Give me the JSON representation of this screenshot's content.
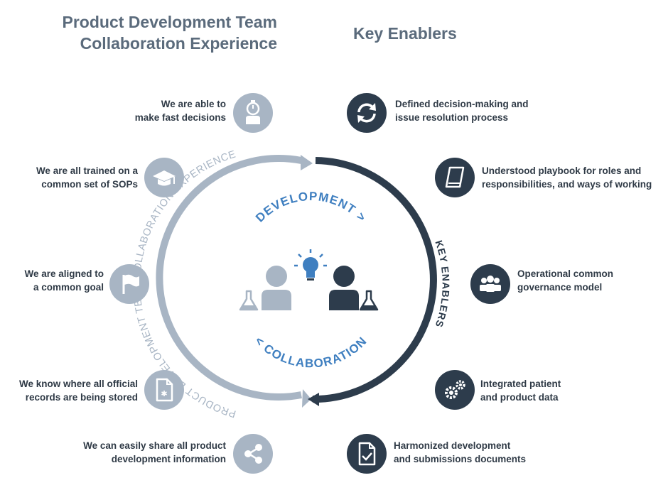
{
  "headings": {
    "left": "Product Development Team\nCollaboration Experience",
    "right": "Key Enablers"
  },
  "ring": {
    "left_arc_text": "PRODUCT DEVELOPMENT TEAM COLLABORATION EXPERIENCE",
    "right_arc_text": "KEY ENABLERS",
    "top_text": "DEVELOPMENT >",
    "bottom_text": "< COLLABORATION"
  },
  "experience_items": [
    {
      "label": "We are able to\nmake fast decisions",
      "icon": "stopwatch-person-icon"
    },
    {
      "label": "We are all trained on a\ncommon set of SOPs",
      "icon": "graduation-cap-icon"
    },
    {
      "label": "We are aligned to\na common goal",
      "icon": "flag-icon"
    },
    {
      "label": "We know where all official\nrecords are being stored",
      "icon": "document-icon"
    },
    {
      "label": "We can easily share all product\ndevelopment information",
      "icon": "share-icon"
    }
  ],
  "enabler_items": [
    {
      "label": "Defined decision-making and\nissue resolution process",
      "icon": "refresh-icon"
    },
    {
      "label": "Understood playbook for roles and\nresponsibilities, and ways of working",
      "icon": "book-icon"
    },
    {
      "label": "Operational common\ngovernance model",
      "icon": "group-icon"
    },
    {
      "label": "Integrated patient\nand product data",
      "icon": "gears-icon"
    },
    {
      "label": "Harmonized development\nand submissions documents",
      "icon": "checked-document-icon"
    }
  ],
  "colors": {
    "light": "#a8b5c4",
    "dark": "#2d3c4c",
    "accent": "#3f7fc0",
    "heading": "#5b6b7c"
  }
}
